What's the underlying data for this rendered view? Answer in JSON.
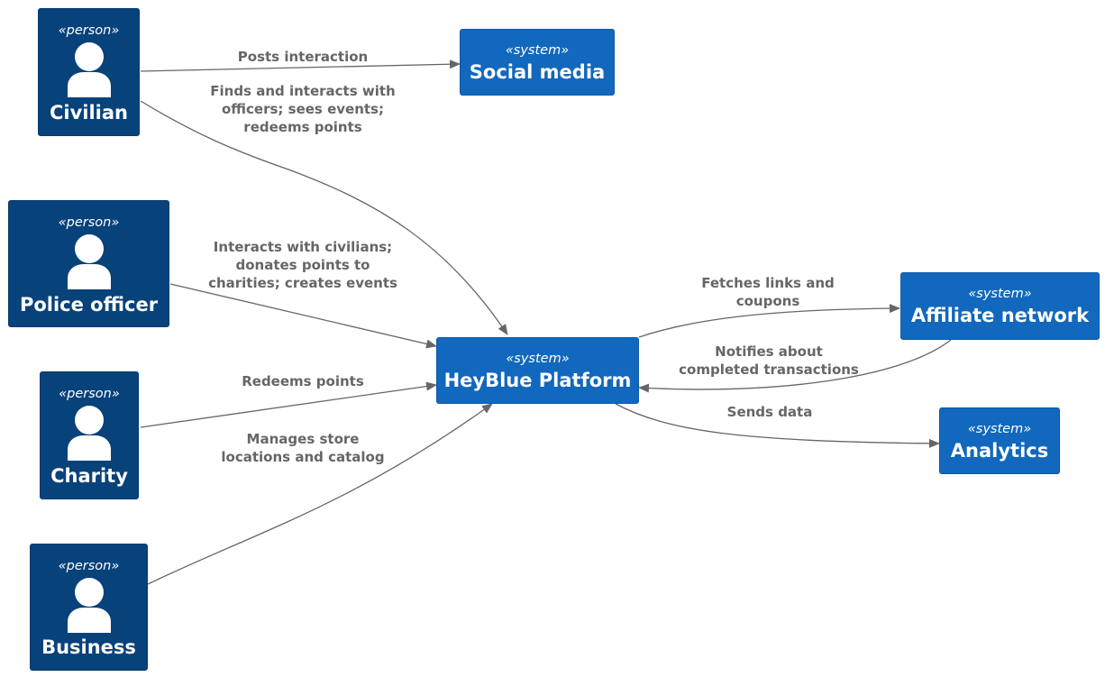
{
  "colors": {
    "person_fill": "#08427b",
    "system_fill": "#1168bd",
    "text_on_node": "#ffffff",
    "edge_line": "#666666",
    "edge_label": "#666666"
  },
  "nodes": {
    "civilian": {
      "stereotype": "«person»",
      "title": "Civilian",
      "icon": "person-icon"
    },
    "police_officer": {
      "stereotype": "«person»",
      "title": "Police officer",
      "icon": "person-icon"
    },
    "charity": {
      "stereotype": "«person»",
      "title": "Charity",
      "icon": "person-icon"
    },
    "business": {
      "stereotype": "«person»",
      "title": "Business",
      "icon": "person-icon"
    },
    "social_media": {
      "stereotype": "«system»",
      "title": "Social media"
    },
    "heyblue_platform": {
      "stereotype": "«system»",
      "title": "HeyBlue Platform"
    },
    "affiliate_network": {
      "stereotype": "«system»",
      "title": "Affiliate network"
    },
    "analytics": {
      "stereotype": "«system»",
      "title": "Analytics"
    }
  },
  "edges": {
    "civilian_social": {
      "from": "Civilian",
      "to": "Social media",
      "label": [
        "Posts interaction"
      ]
    },
    "civilian_platform": {
      "from": "Civilian",
      "to": "HeyBlue Platform",
      "label": [
        "Finds and interacts with",
        "officers; sees events;",
        "redeems points"
      ]
    },
    "officer_platform": {
      "from": "Police officer",
      "to": "HeyBlue Platform",
      "label": [
        "Interacts with civilians;",
        "donates points to",
        "charities; creates events"
      ]
    },
    "charity_platform": {
      "from": "Charity",
      "to": "HeyBlue Platform",
      "label": [
        "Redeems points"
      ]
    },
    "business_platform": {
      "from": "Business",
      "to": "HeyBlue Platform",
      "label": [
        "Manages store",
        "locations and catalog"
      ]
    },
    "platform_affiliate": {
      "from": "HeyBlue Platform",
      "to": "Affiliate network",
      "label": [
        "Fetches links and",
        "coupons"
      ]
    },
    "affiliate_platform": {
      "from": "Affiliate network",
      "to": "HeyBlue Platform",
      "label": [
        "Notifies about",
        "completed transactions"
      ]
    },
    "platform_analytics": {
      "from": "HeyBlue Platform",
      "to": "Analytics",
      "label": [
        "Sends data"
      ]
    }
  }
}
